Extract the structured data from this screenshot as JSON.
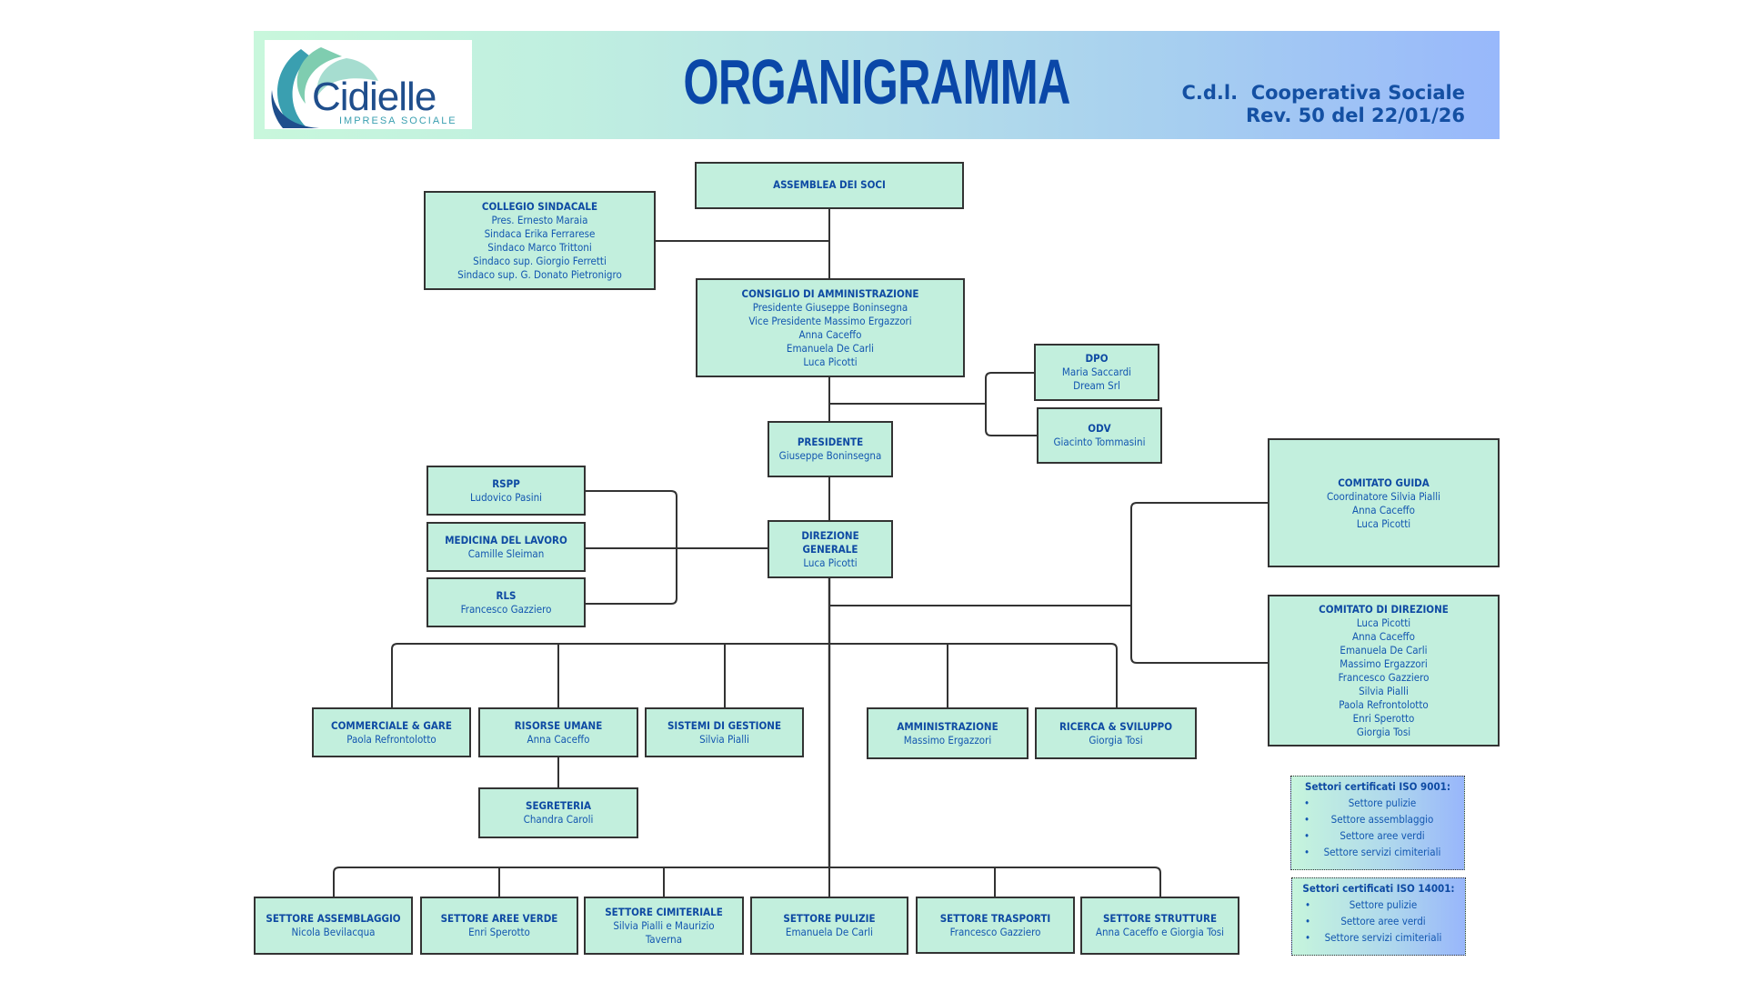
{
  "header": {
    "logo_name": "Cidielle",
    "logo_subtitle": "IMPRESA SOCIALE",
    "title": "ORGANIGRAMMA",
    "organization": "C.d.l.  Cooperativa Sociale",
    "revision": "Rev. 50 del 22/01/26"
  },
  "nodes": {
    "assemblea": {
      "title": "ASSEMBLEA DEI SOCI",
      "lines": []
    },
    "collegio": {
      "title": "COLLEGIO SINDACALE",
      "lines": [
        "Pres. Ernesto Maraia",
        "Sindaca Erika Ferrarese",
        "Sindaco Marco Trittoni",
        "Sindaco sup. Giorgio Ferretti",
        "Sindaco sup. G. Donato Pietronigro"
      ]
    },
    "consiglio": {
      "title": "CONSIGLIO DI AMMINISTRAZIONE",
      "lines": [
        "Presidente Giuseppe Boninsegna",
        "Vice Presidente Massimo Ergazzori",
        "Anna Caceffo",
        "Emanuela De Carli",
        "Luca Picotti"
      ]
    },
    "dpo": {
      "title": "DPO",
      "lines": [
        "Maria Saccardi",
        "Dream Srl"
      ]
    },
    "odv": {
      "title": "ODV",
      "lines": [
        "Giacinto Tommasini"
      ]
    },
    "presidente": {
      "title": "PRESIDENTE",
      "lines": [
        "Giuseppe Boninsegna"
      ]
    },
    "rspp": {
      "title": "RSPP",
      "lines": [
        "Ludovico Pasini"
      ]
    },
    "medicina": {
      "title": "MEDICINA DEL LAVORO",
      "lines": [
        "Camille Sleiman"
      ]
    },
    "rls": {
      "title": "RLS",
      "lines": [
        "Francesco Gazziero"
      ]
    },
    "direzione": {
      "title": "DIREZIONE GENERALE",
      "lines": [
        "Luca Picotti"
      ]
    },
    "comitato_guida": {
      "title": "COMITATO GUIDA",
      "lines": [
        "Coordinatore Silvia Pialli",
        "Anna Caceffo",
        "Luca Picotti"
      ]
    },
    "comitato_direzione": {
      "title": "COMITATO DI DIREZIONE",
      "lines": [
        "Luca Picotti",
        "Anna Caceffo",
        "Emanuela De Carli",
        "Massimo Ergazzori",
        "Francesco Gazziero",
        "Silvia Pialli",
        "Paola Refrontolotto",
        "Enri Sperotto",
        "Giorgia Tosi"
      ]
    },
    "commerciale": {
      "title": "COMMERCIALE & GARE",
      "lines": [
        "Paola Refrontolotto"
      ]
    },
    "risorse": {
      "title": "RISORSE UMANE",
      "lines": [
        "Anna Caceffo"
      ]
    },
    "sistemi": {
      "title": "SISTEMI DI GESTIONE",
      "lines": [
        "Silvia Pialli"
      ]
    },
    "amministrazione": {
      "title": "AMMINISTRAZIONE",
      "lines": [
        "Massimo Ergazzori"
      ]
    },
    "ricerca": {
      "title": "RICERCA & SVILUPPO",
      "lines": [
        "Giorgia Tosi"
      ]
    },
    "segreteria": {
      "title": "SEGRETERIA",
      "lines": [
        "Chandra Caroli"
      ]
    },
    "assemblaggio": {
      "title": "SETTORE ASSEMBLAGGIO",
      "lines": [
        "Nicola Bevilacqua"
      ]
    },
    "aree_verde": {
      "title": "SETTORE AREE VERDE",
      "lines": [
        "Enri Sperotto"
      ]
    },
    "cimiteriale": {
      "title": "SETTORE CIMITERIALE",
      "lines": [
        "Silvia Pialli e Maurizio",
        "Taverna"
      ]
    },
    "pulizie": {
      "title": "SETTORE PULIZIE",
      "lines": [
        "Emanuela De Carli"
      ]
    },
    "trasporti": {
      "title": "SETTORE TRASPORTI",
      "lines": [
        "Francesco Gazziero"
      ]
    },
    "strutture": {
      "title": "SETTORE STRUTTURE",
      "lines": [
        "Anna Caceffo e Giorgia Tosi"
      ]
    }
  },
  "certifications": [
    {
      "title": "Settori certificati ISO 9001:",
      "items": [
        "Settore pulizie",
        "Settore assemblaggio",
        "Settore aree verdi",
        "Settore servizi cimiteriali"
      ]
    },
    {
      "title": "Settori certificati ISO 14001:",
      "items": [
        "Settore pulizie",
        "Settore aree verdi",
        "Settore servizi cimiteriali"
      ]
    }
  ],
  "colors": {
    "box_fill": "#c2efdd",
    "text": "#1256b0",
    "title": "#0a47a8"
  }
}
